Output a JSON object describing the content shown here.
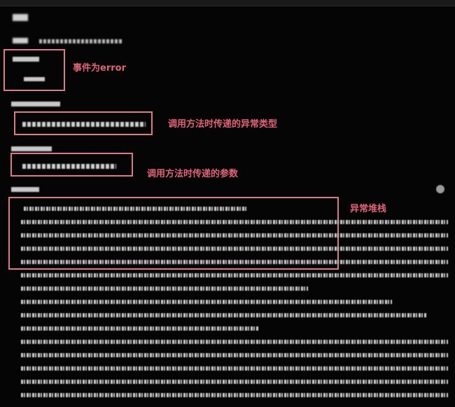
{
  "annotations": {
    "event": "事件为error",
    "exception_type": "调用方法时传递的异常类型",
    "message": "调用方法时传递的参数",
    "stack": "异常堆栈"
  },
  "colors": {
    "annotation": "#e06377",
    "box": "#d97b8a",
    "background": "#050505"
  },
  "icons": {
    "copy": "copy-icon"
  }
}
